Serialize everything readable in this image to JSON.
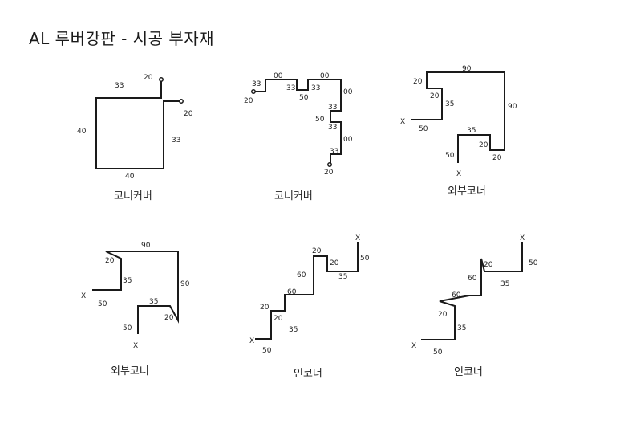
{
  "title": "AL 루버강판 - 시공 부자재",
  "panels": [
    {
      "caption": "코너커버",
      "dims": [
        "20",
        "33",
        "20",
        "40",
        "33",
        "40"
      ]
    },
    {
      "caption": "코너커버",
      "dims": [
        "00",
        "00",
        "33",
        "33",
        "33",
        "20",
        "50",
        "00",
        "50",
        "33",
        "33",
        "00",
        "33",
        "20"
      ]
    },
    {
      "caption": "외부코너",
      "dims": [
        "90",
        "20",
        "20",
        "35",
        "90",
        "X",
        "50",
        "35",
        "20",
        "50",
        "20",
        "X"
      ]
    },
    {
      "caption": "외부코너",
      "dims": [
        "90",
        "20",
        "35",
        "90",
        "X",
        "50",
        "35",
        "20",
        "50",
        "X"
      ]
    },
    {
      "caption": "인코너",
      "dims": [
        "X",
        "20",
        "50",
        "20",
        "60",
        "35",
        "60",
        "20",
        "20",
        "35",
        "X",
        "50"
      ]
    },
    {
      "caption": "인코너",
      "dims": [
        "X",
        "20",
        "50",
        "60",
        "35",
        "60",
        "20",
        "35",
        "X",
        "50"
      ]
    }
  ]
}
